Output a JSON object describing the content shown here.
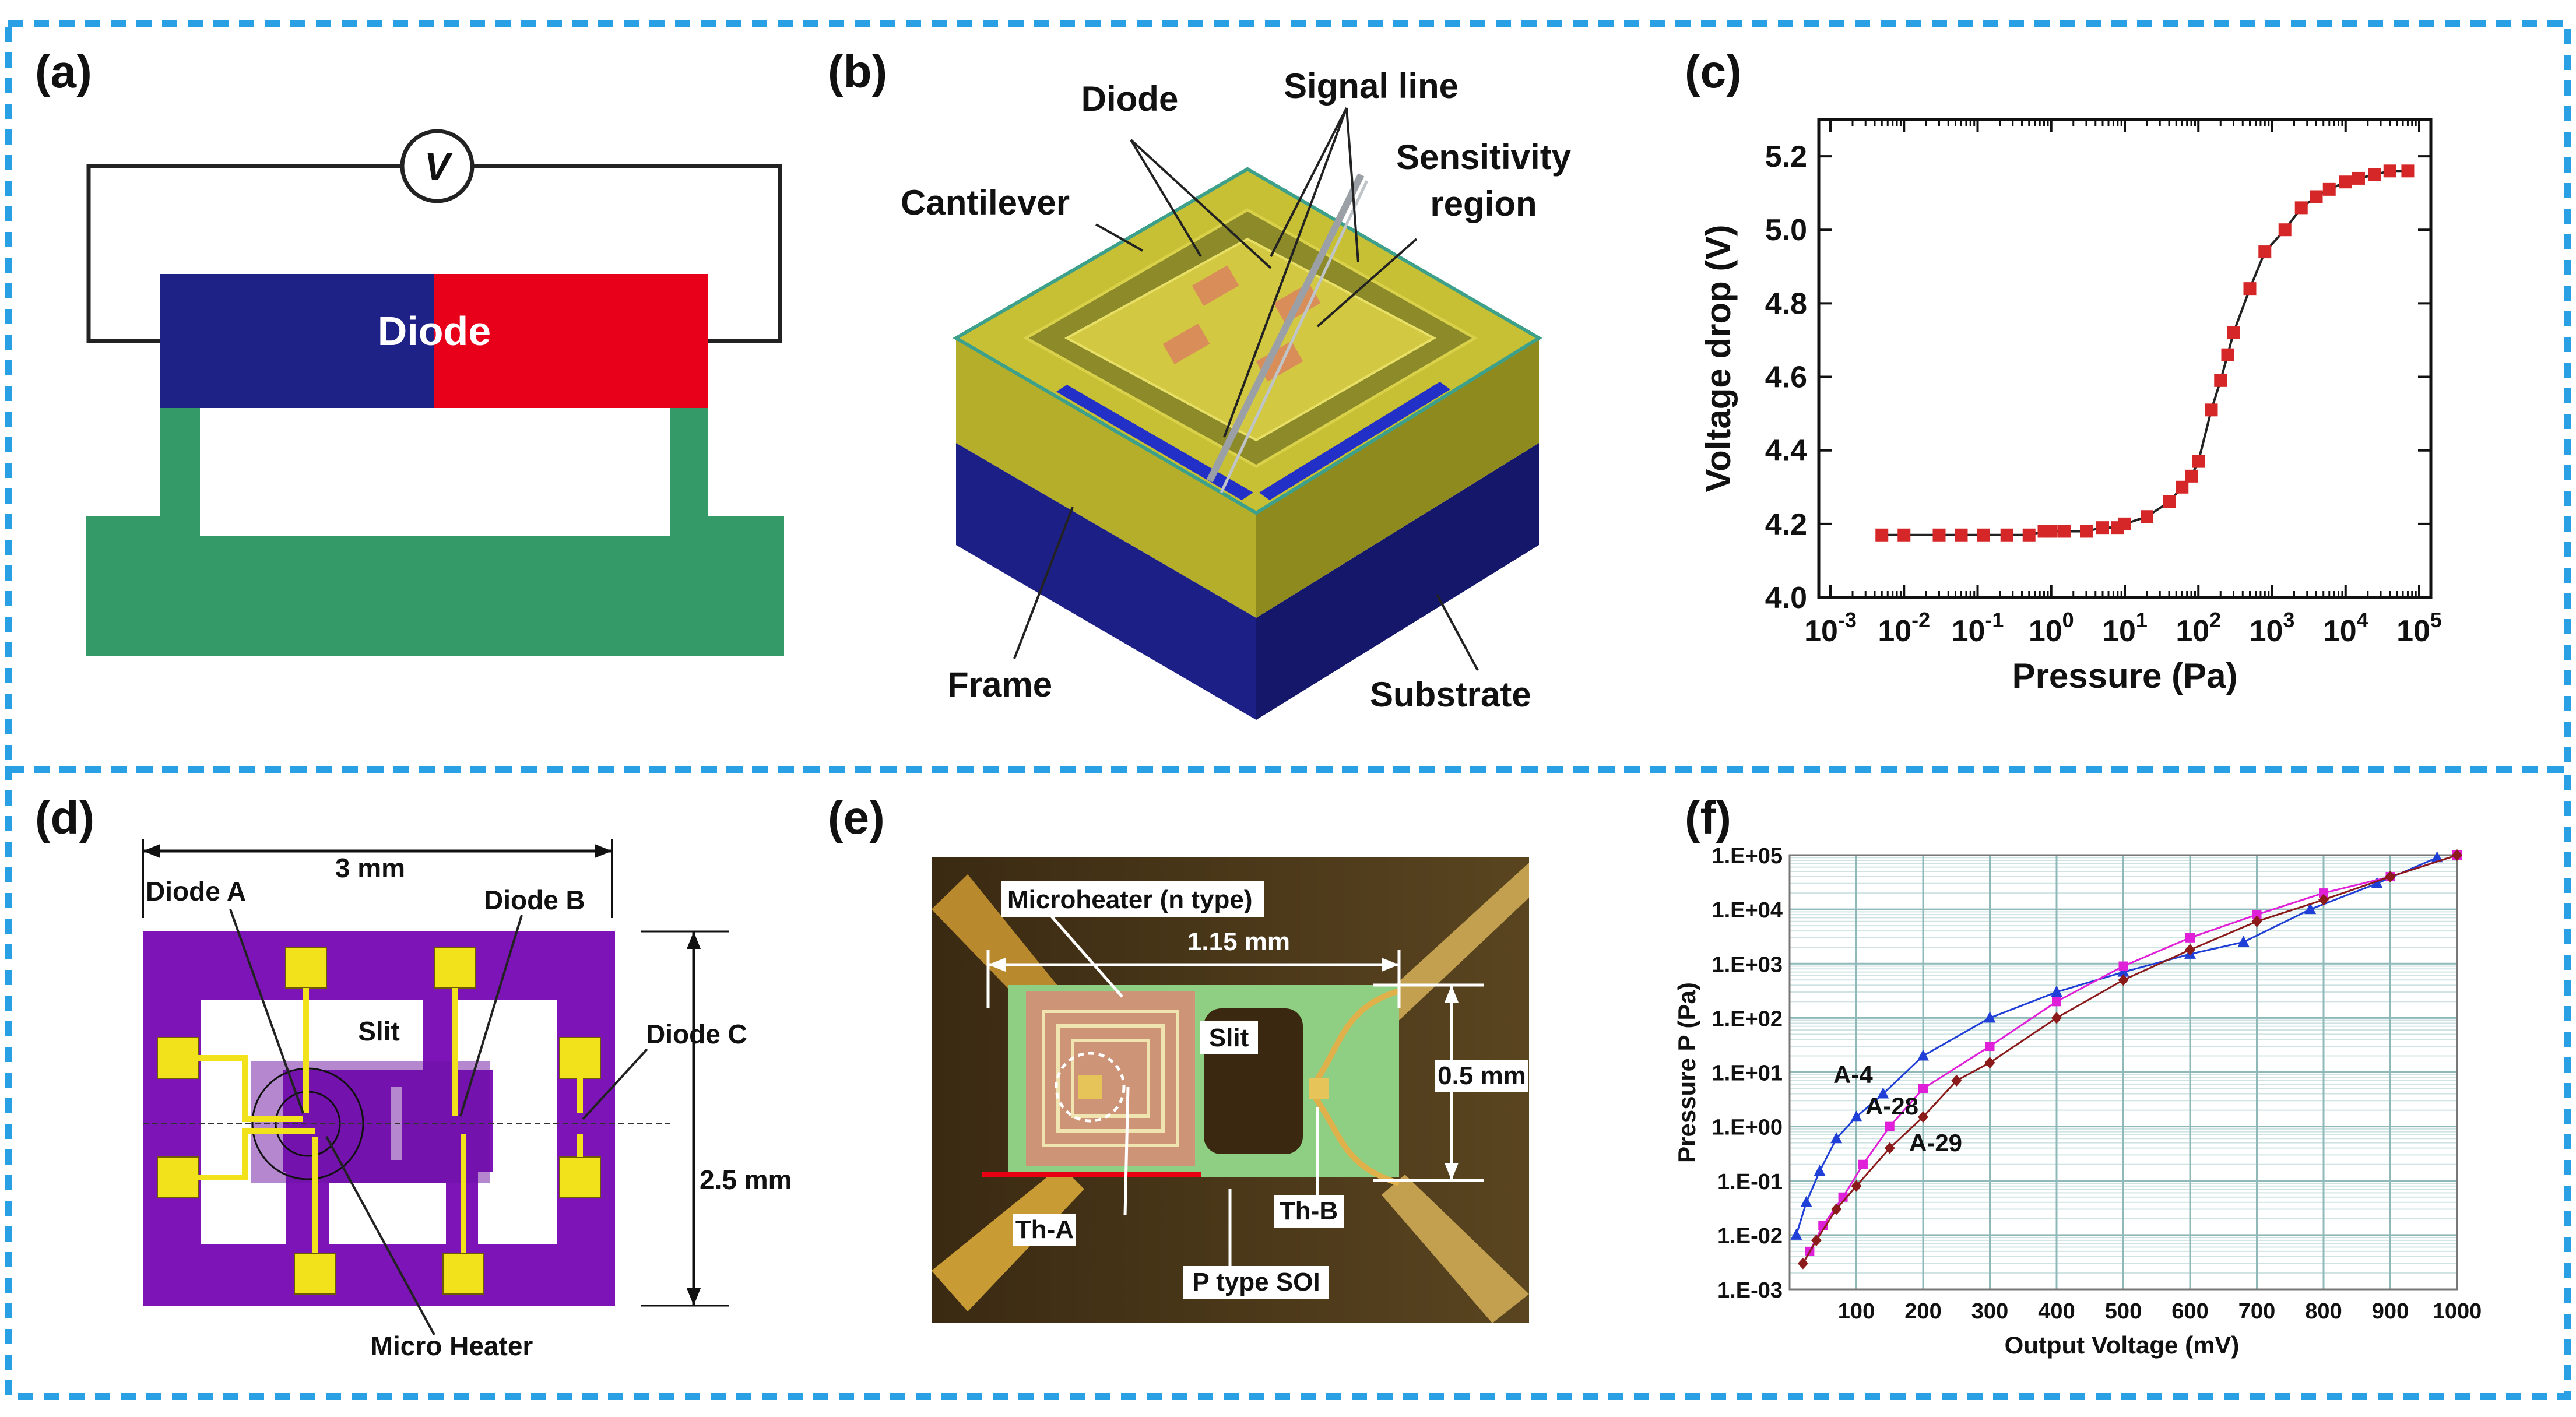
{
  "panels": {
    "a": {
      "letter": "(a)",
      "voltmeter": "V",
      "diode": "Diode",
      "colors": {
        "n_side": "#1e2185",
        "p_side": "#e8001b",
        "base": "#349a67"
      }
    },
    "b": {
      "letter": "(b)",
      "labels": {
        "diode": "Diode",
        "signal_line": "Signal line",
        "sensitivity_1": "Sensitivity",
        "sensitivity_2": "region",
        "cantilever": "Cantilever",
        "frame": "Frame",
        "substrate": "Substrate"
      }
    },
    "c": {
      "letter": "(c)"
    },
    "d": {
      "letter": "(d)",
      "labels": {
        "width": "3 mm",
        "diode_a": "Diode A",
        "diode_b": "Diode B",
        "diode_c": "Diode C",
        "slit": "Slit",
        "height": "2.5 mm",
        "heater": "Micro Heater"
      },
      "colors": {
        "body": "#7d14b8",
        "pad": "#f1e21b"
      }
    },
    "e": {
      "letter": "(e)",
      "labels": {
        "heater": "Microheater (n type)",
        "width": "1.15 mm",
        "slit": "Slit",
        "height": "0.5 mm",
        "th_a": "Th-A",
        "th_b": "Th-B",
        "soi": "P type SOI"
      }
    },
    "f": {
      "letter": "(f)"
    }
  },
  "chart_data": [
    {
      "panel": "c",
      "type": "scatter",
      "xlabel": "Pressure (Pa)",
      "ylabel": "Voltage drop (V)",
      "x_scale": "log",
      "xlim": [
        0.001,
        100000
      ],
      "ylim": [
        4.0,
        5.3
      ],
      "x_tick_labels": [
        {
          "base": "10",
          "exp": "-3"
        },
        {
          "base": "10",
          "exp": "-2"
        },
        {
          "base": "10",
          "exp": "-1"
        },
        {
          "base": "10",
          "exp": "0"
        },
        {
          "base": "10",
          "exp": "1"
        },
        {
          "base": "10",
          "exp": "2"
        },
        {
          "base": "10",
          "exp": "3"
        },
        {
          "base": "10",
          "exp": "4"
        },
        {
          "base": "10",
          "exp": "5"
        }
      ],
      "y_tick_labels": [
        "4.0",
        "4.2",
        "4.4",
        "4.6",
        "4.8",
        "5.0",
        "5.2"
      ],
      "marker_color": "#d62728",
      "x": [
        0.005,
        0.01,
        0.03,
        0.06,
        0.12,
        0.25,
        0.5,
        0.8,
        1.0,
        1.5,
        3,
        5,
        8,
        10,
        20,
        40,
        60,
        80,
        100,
        150,
        200,
        250,
        300,
        500,
        800,
        1500,
        2500,
        4000,
        6000,
        10000,
        15000,
        25000,
        40000,
        70000
      ],
      "y": [
        4.17,
        4.17,
        4.17,
        4.17,
        4.17,
        4.17,
        4.17,
        4.18,
        4.18,
        4.18,
        4.18,
        4.19,
        4.19,
        4.2,
        4.22,
        4.26,
        4.3,
        4.33,
        4.37,
        4.51,
        4.59,
        4.66,
        4.72,
        4.84,
        4.94,
        5.0,
        5.06,
        5.09,
        5.11,
        5.13,
        5.14,
        5.15,
        5.16,
        5.16
      ]
    },
    {
      "panel": "f",
      "type": "scatter",
      "xlabel": "Output Voltage (mV)",
      "ylabel": "Pressure P (Pa)",
      "y_scale": "log",
      "xlim": [
        0,
        1000
      ],
      "ylim": [
        0.001,
        100000
      ],
      "x_tick_labels": [
        "100",
        "200",
        "300",
        "400",
        "500",
        "600",
        "700",
        "800",
        "900",
        "1000"
      ],
      "y_tick_labels": [
        "1.E-03",
        "1.E-02",
        "1.E-01",
        "1.E+00",
        "1.E+01",
        "1.E+02",
        "1.E+03",
        "1.E+04",
        "1.E+05"
      ],
      "series": [
        {
          "name": "A-4",
          "color": "#1f3fd6",
          "marker": "triangle",
          "x": [
            10,
            25,
            45,
            70,
            100,
            140,
            200,
            300,
            400,
            500,
            600,
            680,
            780,
            880,
            970
          ],
          "y": [
            0.01,
            0.04,
            0.15,
            0.6,
            1.5,
            4,
            20,
            100,
            300,
            700,
            1500,
            2500,
            10000,
            30000,
            90000
          ]
        },
        {
          "name": "A-28",
          "color": "#e020d8",
          "marker": "square",
          "x": [
            30,
            50,
            80,
            110,
            150,
            200,
            300,
            400,
            500,
            600,
            700,
            800,
            900,
            1000
          ],
          "y": [
            0.005,
            0.015,
            0.05,
            0.2,
            1,
            5,
            30,
            200,
            900,
            3000,
            8000,
            20000,
            40000,
            100000
          ]
        },
        {
          "name": "A-29",
          "color": "#8b1a1a",
          "marker": "diamond",
          "x": [
            20,
            40,
            70,
            100,
            150,
            200,
            250,
            300,
            400,
            500,
            600,
            700,
            800,
            900,
            1000
          ],
          "y": [
            0.003,
            0.008,
            0.03,
            0.08,
            0.4,
            1.5,
            7,
            15,
            100,
            500,
            1800,
            6000,
            15000,
            40000,
            100000
          ]
        }
      ]
    }
  ]
}
